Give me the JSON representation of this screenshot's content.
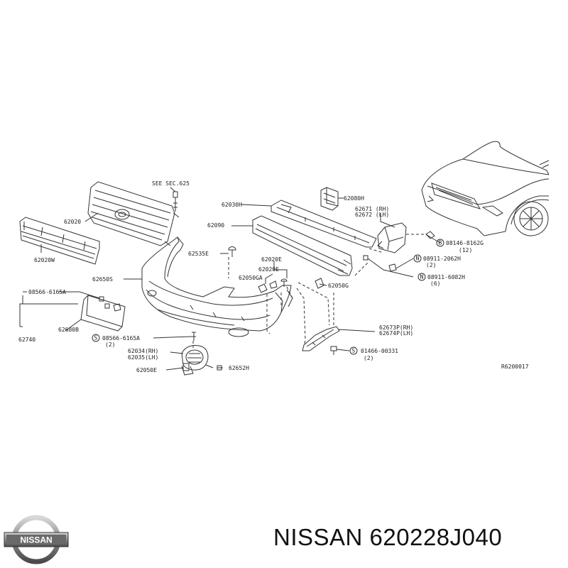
{
  "diagram": {
    "labels": {
      "see_sec": "SEE SEC.625",
      "p62080h": "62080H",
      "p62030h": "62030H",
      "p62671": "62671 (RH)",
      "p62672": "62672 (LH)",
      "p62020": "62020",
      "p62090": "62090",
      "b08146": "08146-8162G",
      "b08146_qty": "(12)",
      "n08911a": "08911-2062H",
      "n08911a_qty": "(2)",
      "p62020w": "62020W",
      "p62535e": "62535E",
      "p62020e_a": "62020E",
      "p62020e_b": "62020E",
      "n08911b": "08911-6082H",
      "n08911b_qty": "(6)",
      "p62650s": "62650S",
      "p62050ga": "62050GA",
      "p62050g": "62050G",
      "s08566_top": "08566-6165A",
      "p62673p": "62673P(RH)",
      "p62674p": "62674P(LH)",
      "p62680b": "62680B",
      "p62740": "62740",
      "s08566_bot": "08566-6165A",
      "s08566_bot_qty": "(2)",
      "p62034": "62034(RH)",
      "p62035": "62035(LH)",
      "s01466": "01466-00331",
      "s01466_qty": "(2)",
      "p62050e": "62050E",
      "p62652h": "62652H",
      "ref_code": "R6200017"
    }
  },
  "footer": {
    "brand": "NISSAN",
    "part_title": "NISSAN 620228J040"
  }
}
